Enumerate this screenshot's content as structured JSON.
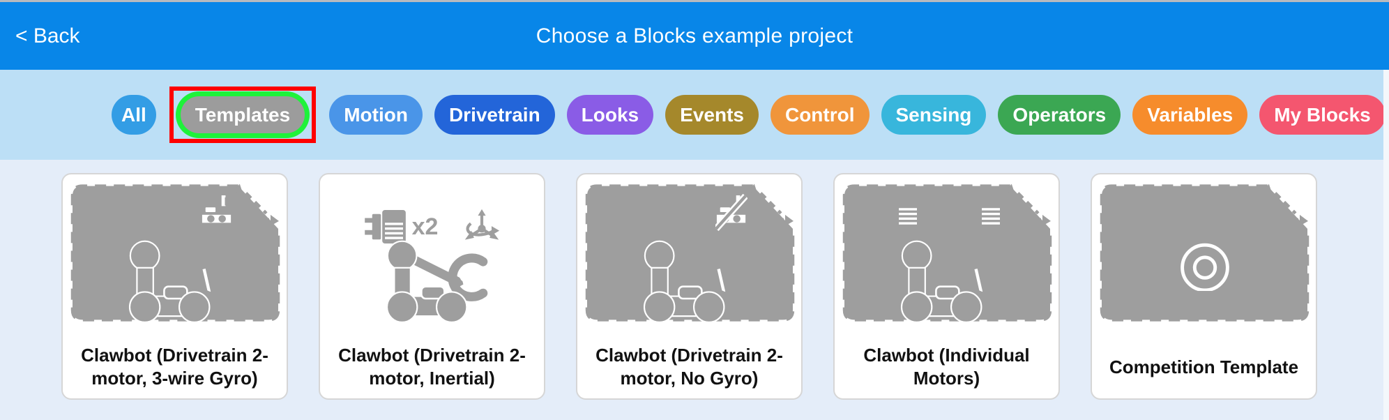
{
  "header": {
    "back_label": "< Back",
    "title": "Choose a Blocks example project"
  },
  "filters": {
    "items": [
      {
        "label": "All",
        "color": "#339DE5",
        "selected": false
      },
      {
        "label": "Templates",
        "color": "#9C9C9C",
        "selected": true
      },
      {
        "label": "Motion",
        "color": "#4A95E8",
        "selected": false
      },
      {
        "label": "Drivetrain",
        "color": "#2365D9",
        "selected": false
      },
      {
        "label": "Looks",
        "color": "#8A5CE6",
        "selected": false
      },
      {
        "label": "Events",
        "color": "#A5882B",
        "selected": false
      },
      {
        "label": "Control",
        "color": "#F0953B",
        "selected": false
      },
      {
        "label": "Sensing",
        "color": "#38B6DC",
        "selected": false
      },
      {
        "label": "Operators",
        "color": "#3BA753",
        "selected": false
      },
      {
        "label": "Variables",
        "color": "#F68C2C",
        "selected": false
      },
      {
        "label": "My Blocks",
        "color": "#F4566F",
        "selected": false
      }
    ],
    "highlight": {
      "target": "Templates",
      "ring_color": "#1EF23A",
      "box_color": "#FF0000"
    }
  },
  "cards": [
    {
      "title": "Clawbot (Drivetrain 2-motor, 3-wire Gyro)",
      "thumbnail_style": "dashed-placeholder",
      "badges": [
        "gyro-3wire-icon"
      ],
      "main_icon": "clawbot-icon"
    },
    {
      "title": "Clawbot (Drivetrain 2-motor, Inertial)",
      "thumbnail_style": "plain",
      "badges": [
        "motor-icon",
        "inertial-sensor-icon"
      ],
      "badge_label": "x2",
      "main_icon": "clawbot-icon"
    },
    {
      "title": "Clawbot (Drivetrain 2-motor, No Gyro)",
      "thumbnail_style": "dashed-placeholder",
      "badges": [
        "no-gyro-icon"
      ],
      "main_icon": "clawbot-icon"
    },
    {
      "title": "Clawbot (Individual Motors)",
      "thumbnail_style": "dashed-placeholder",
      "badges": [
        "motor-icon",
        "motor-icon"
      ],
      "main_icon": "clawbot-icon"
    },
    {
      "title": "Competition Template",
      "thumbnail_style": "dashed-placeholder",
      "badges": [],
      "main_icon": "medal-icon"
    }
  ],
  "colors": {
    "header_bg": "#0886E8",
    "filter_bar_bg": "#BCDFF6",
    "page_bg": "#E4EDF9",
    "card_bg": "#FFFFFF",
    "card_border": "#D6D6D6",
    "icon_gray": "#9E9E9E",
    "header_text": "#FFFFFF",
    "label_text": "#111111",
    "top_strip": "#B7BABE",
    "scroll_track": "#F3F7FB"
  }
}
